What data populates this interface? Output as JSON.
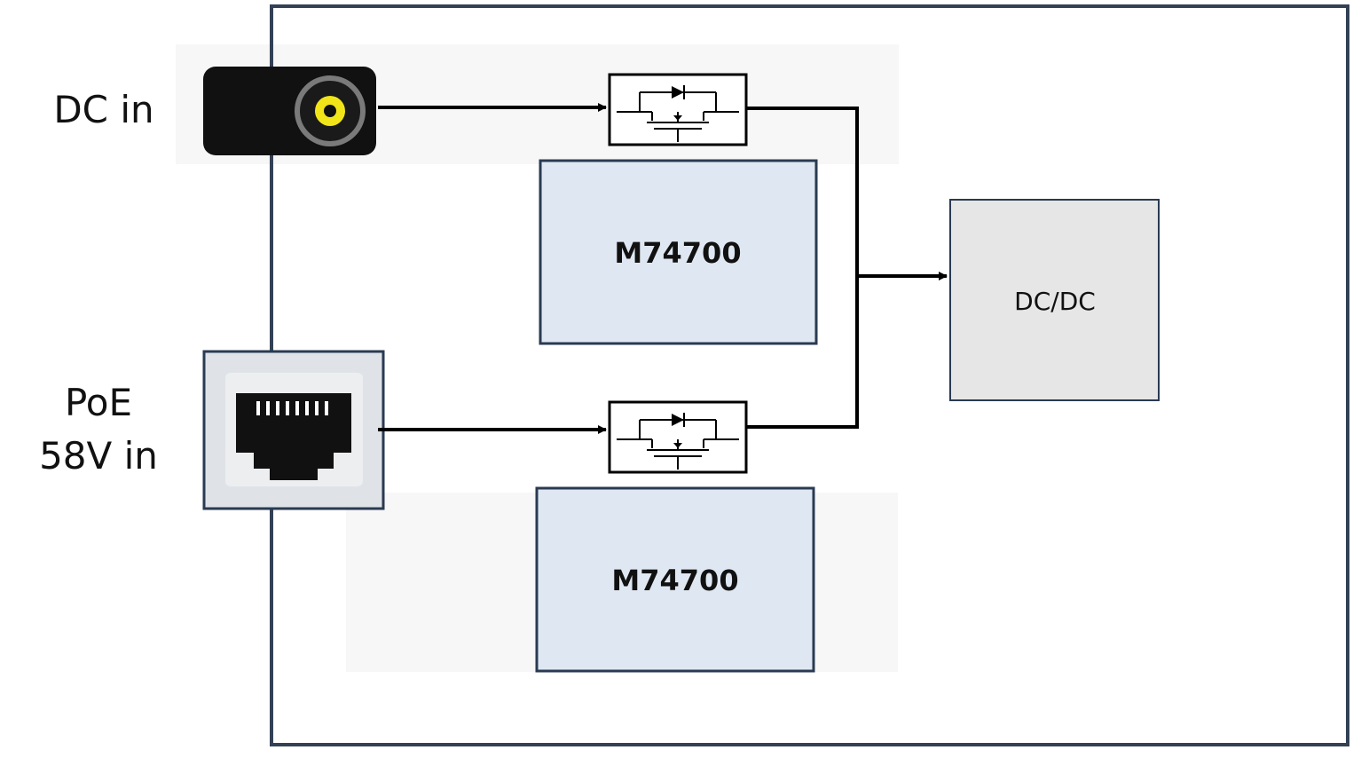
{
  "inputs": {
    "dc": {
      "label": "DC in",
      "icon": "barrel-jack-icon"
    },
    "poe": {
      "label_line1": "PoE",
      "label_line2": "58V in",
      "icon": "rj45-ethernet-port-icon"
    }
  },
  "switches": [
    {
      "icon": "mosfet-ideal-diode-switch-icon"
    },
    {
      "icon": "mosfet-ideal-diode-switch-icon"
    }
  ],
  "controllers": [
    {
      "label": "M74700"
    },
    {
      "label": "M74700"
    }
  ],
  "converter": {
    "label": "DC/DC"
  },
  "colors": {
    "board_border": "#334155",
    "controller_fill": "#dfe8f2",
    "controller_border": "#2a3a52",
    "converter_fill": "#e6e6e6",
    "converter_border": "#2a3a52",
    "wire": "#000000",
    "jack_body": "#111111",
    "jack_ring": "#f1e51a",
    "rj45_bezel": "#e9ebee"
  }
}
